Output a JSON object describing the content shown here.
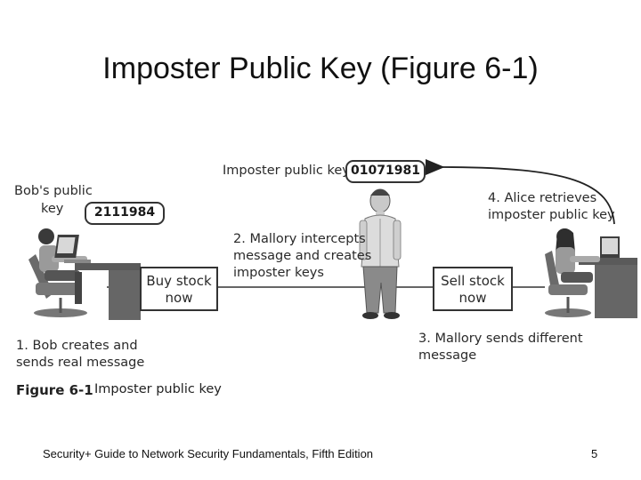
{
  "slide": {
    "title": "Imposter Public Key (Figure 6-1)",
    "footer": "Security+ Guide to Network Security Fundamentals, Fifth Edition",
    "page_number": "5"
  },
  "figure": {
    "imposter_label": "Imposter public key",
    "imposter_key": "01071981",
    "bob_key_label_line1": "Bob's public",
    "bob_key_label_line2": "key",
    "bob_key": "2111984",
    "step2_line1": "2. Mallory intercepts",
    "step2_line2": "message and creates",
    "step2_line3": "imposter keys",
    "step4_line1": "4. Alice retrieves",
    "step4_line2": "imposter public key",
    "buy_line1": "Buy stock",
    "buy_line2": "now",
    "sell_line1": "Sell stock",
    "sell_line2": "now",
    "step1_line1": "1. Bob creates and",
    "step1_line2": "sends real message",
    "step3_line1": "3. Mallory sends different",
    "step3_line2": "message",
    "caption_number": "Figure 6-1",
    "caption_text": "Imposter public key"
  }
}
